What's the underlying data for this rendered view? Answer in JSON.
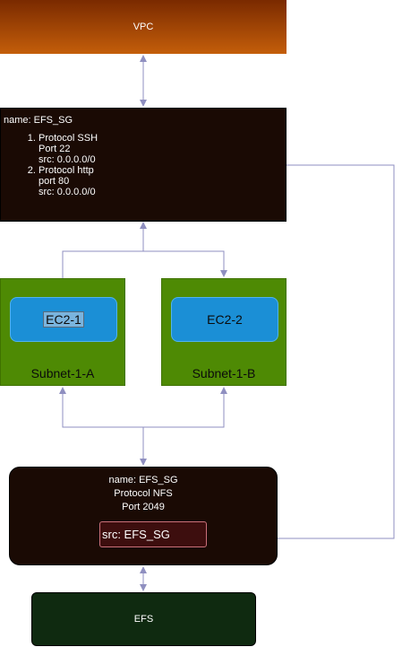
{
  "vpc": {
    "label": "VPC"
  },
  "top_sg": {
    "name": "name: EFS_SG",
    "rules": [
      {
        "protocol": "Protocol SSH",
        "port": "Port 22",
        "src": "src: 0.0.0.0/0"
      },
      {
        "protocol": "Protocol http",
        "port": "port 80",
        "src": "src: 0.0.0.0/0"
      }
    ]
  },
  "subnets": [
    {
      "label": "Subnet-1-A",
      "instance": "EC2-1"
    },
    {
      "label": "Subnet-1-B",
      "instance": "EC2-2"
    }
  ],
  "efs_sg": {
    "name": "name: EFS_SG",
    "protocol": "Protocol NFS",
    "port": "Port 2049",
    "src": "src: EFS_SG"
  },
  "efs": {
    "label": "EFS"
  },
  "colors": {
    "connector": "#8f8fc0",
    "vpc_gradient_top": "#7a2a00",
    "vpc_gradient_bottom": "#c45e0a",
    "subnet_green": "#4e8a04",
    "ec2_blue": "#1b8fd6",
    "sg_dark": "#1a0a04",
    "efs_dark_green": "#0f2a10"
  }
}
